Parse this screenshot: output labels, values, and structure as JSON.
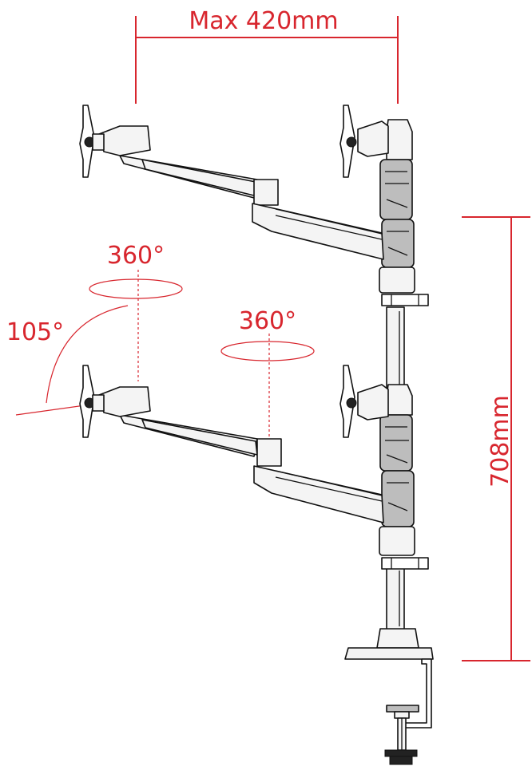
{
  "diagram": {
    "max_width_label": "Max 420mm",
    "height_label": "708mm",
    "rotation_top_label": "360°",
    "rotation_mid_label": "360°",
    "tilt_label": "105°",
    "colors": {
      "dimension": "#d8262e",
      "outline": "#111111",
      "fill": "#f4f4f4"
    }
  }
}
